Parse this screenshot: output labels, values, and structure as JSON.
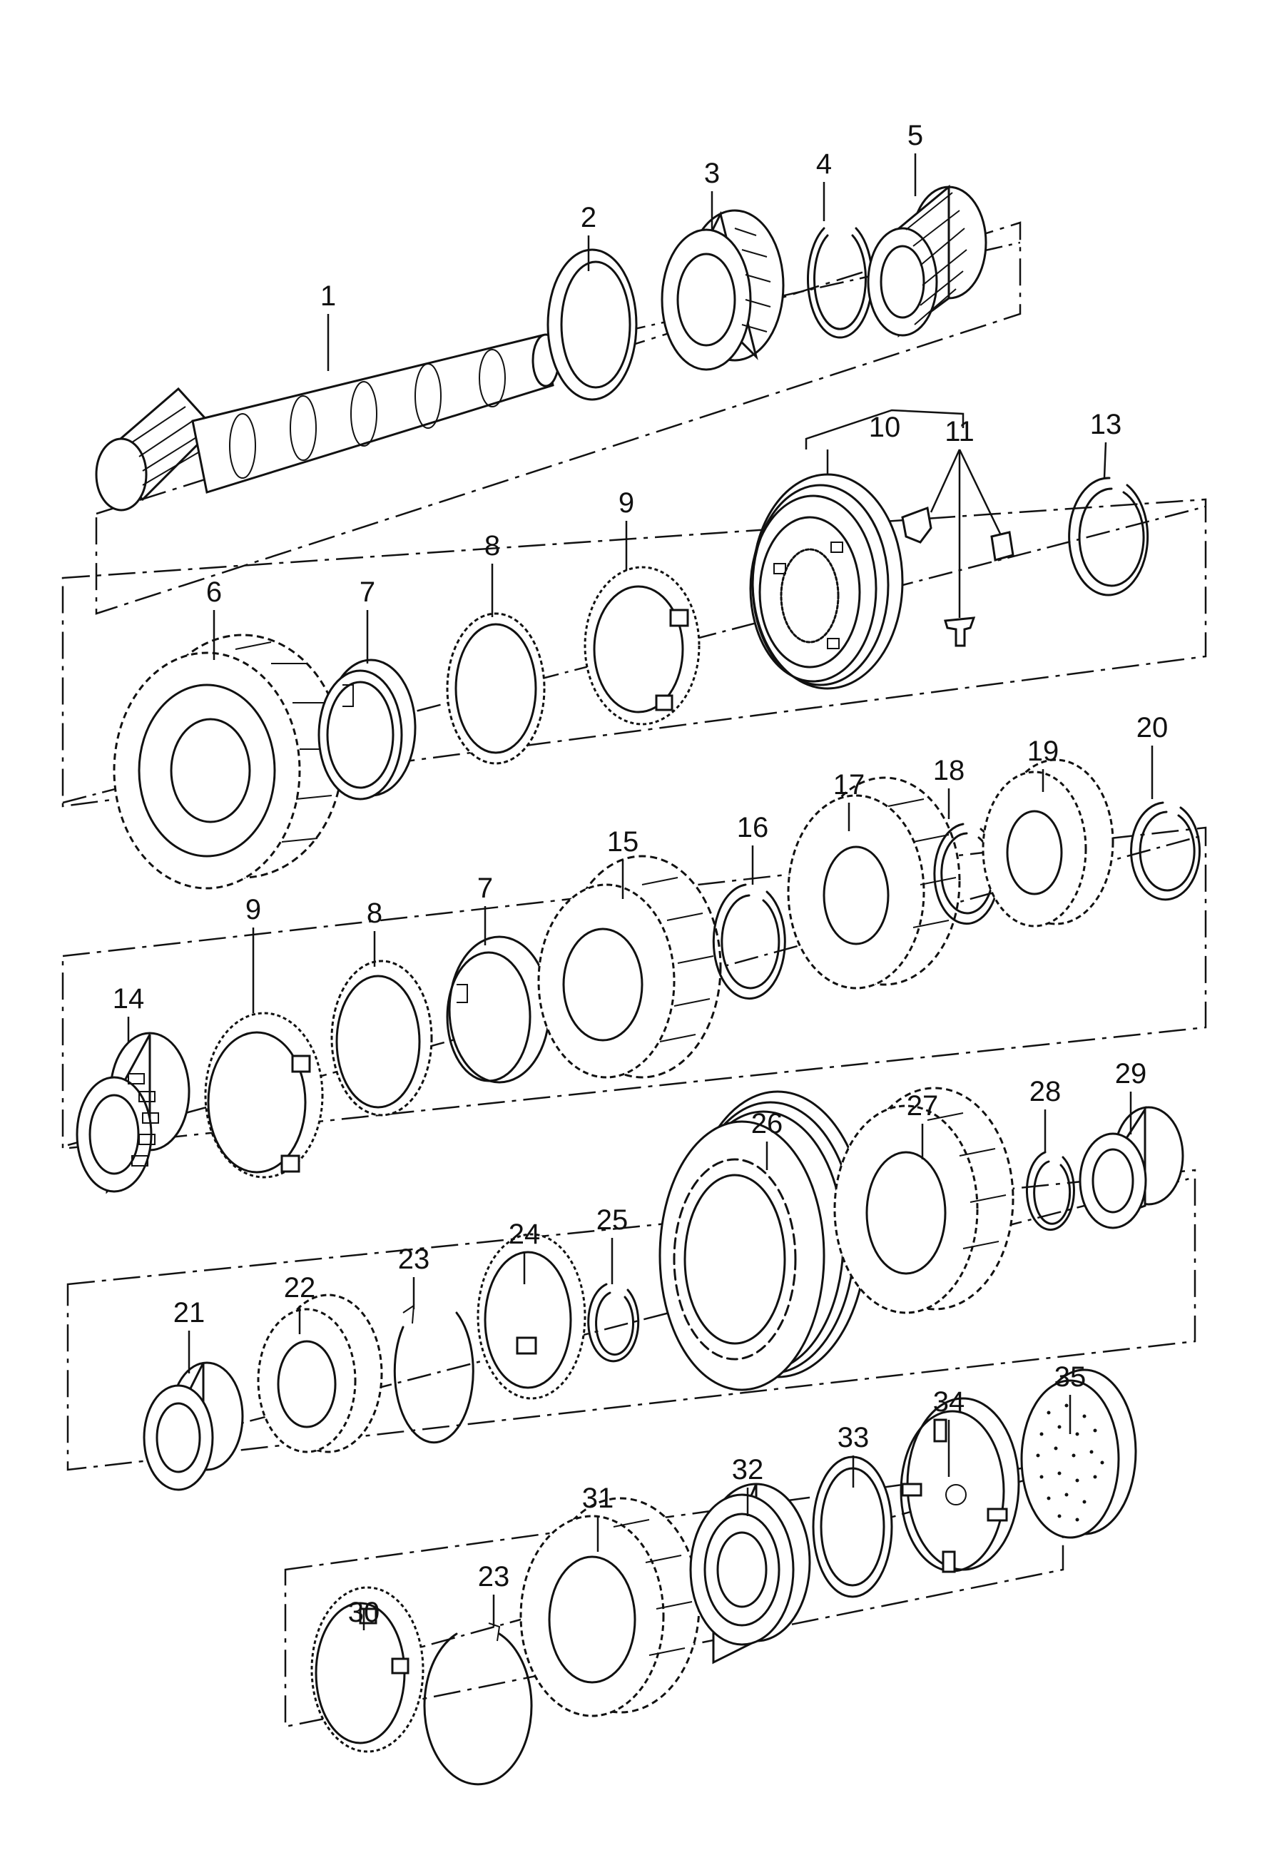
{
  "callouts": [
    {
      "id": "c1",
      "label": "1"
    },
    {
      "id": "c2",
      "label": "2"
    },
    {
      "id": "c3",
      "label": "3"
    },
    {
      "id": "c4",
      "label": "4"
    },
    {
      "id": "c5",
      "label": "5"
    },
    {
      "id": "c6",
      "label": "6"
    },
    {
      "id": "c7a",
      "label": "7"
    },
    {
      "id": "c8a",
      "label": "8"
    },
    {
      "id": "c9a",
      "label": "9"
    },
    {
      "id": "c10",
      "label": "10"
    },
    {
      "id": "c11",
      "label": "11"
    },
    {
      "id": "c13",
      "label": "13"
    },
    {
      "id": "c14",
      "label": "14"
    },
    {
      "id": "c9b",
      "label": "9"
    },
    {
      "id": "c8b",
      "label": "8"
    },
    {
      "id": "c7b",
      "label": "7"
    },
    {
      "id": "c15",
      "label": "15"
    },
    {
      "id": "c16",
      "label": "16"
    },
    {
      "id": "c17",
      "label": "17"
    },
    {
      "id": "c18",
      "label": "18"
    },
    {
      "id": "c19",
      "label": "19"
    },
    {
      "id": "c20",
      "label": "20"
    },
    {
      "id": "c21",
      "label": "21"
    },
    {
      "id": "c22",
      "label": "22"
    },
    {
      "id": "c23a",
      "label": "23"
    },
    {
      "id": "c24",
      "label": "24"
    },
    {
      "id": "c25",
      "label": "25"
    },
    {
      "id": "c26",
      "label": "26"
    },
    {
      "id": "c27",
      "label": "27"
    },
    {
      "id": "c28",
      "label": "28"
    },
    {
      "id": "c29",
      "label": "29"
    },
    {
      "id": "c30",
      "label": "30"
    },
    {
      "id": "c23b",
      "label": "23"
    },
    {
      "id": "c31",
      "label": "31"
    },
    {
      "id": "c32",
      "label": "32"
    },
    {
      "id": "c33",
      "label": "33"
    },
    {
      "id": "c34",
      "label": "34"
    },
    {
      "id": "c35",
      "label": "35"
    }
  ],
  "parts": [
    {
      "id": "p1",
      "kind": "pinion-shaft"
    },
    {
      "id": "p2",
      "kind": "washer"
    },
    {
      "id": "p3",
      "kind": "tapered-bearing"
    },
    {
      "id": "p4",
      "kind": "circlip"
    },
    {
      "id": "p5",
      "kind": "needle-bearing"
    },
    {
      "id": "p6",
      "kind": "gear"
    },
    {
      "id": "p7a",
      "kind": "synchro-ring"
    },
    {
      "id": "p8a",
      "kind": "synchro-ring"
    },
    {
      "id": "p9a",
      "kind": "synchro-ring"
    },
    {
      "id": "p10",
      "kind": "synchro-hub"
    },
    {
      "id": "p11",
      "kind": "detent-keys"
    },
    {
      "id": "p13",
      "kind": "circlip"
    },
    {
      "id": "p14",
      "kind": "needle-bearing"
    },
    {
      "id": "p9b",
      "kind": "synchro-ring"
    },
    {
      "id": "p8b",
      "kind": "synchro-ring"
    },
    {
      "id": "p7b",
      "kind": "synchro-ring"
    },
    {
      "id": "p15",
      "kind": "gear"
    },
    {
      "id": "p16",
      "kind": "circlip"
    },
    {
      "id": "p17",
      "kind": "gear"
    },
    {
      "id": "p18",
      "kind": "circlip"
    },
    {
      "id": "p19",
      "kind": "gear"
    },
    {
      "id": "p20",
      "kind": "circlip"
    },
    {
      "id": "p21",
      "kind": "needle-bearing"
    },
    {
      "id": "p22",
      "kind": "gear"
    },
    {
      "id": "p23a",
      "kind": "spring-ring"
    },
    {
      "id": "p24",
      "kind": "synchro-ring"
    },
    {
      "id": "p25",
      "kind": "circlip"
    },
    {
      "id": "p26",
      "kind": "sliding-sleeve"
    },
    {
      "id": "p27",
      "kind": "gear"
    },
    {
      "id": "p28",
      "kind": "circlip"
    },
    {
      "id": "p29",
      "kind": "needle-bearing"
    },
    {
      "id": "p30",
      "kind": "synchro-ring"
    },
    {
      "id": "p23b",
      "kind": "spring-ring"
    },
    {
      "id": "p31",
      "kind": "gear"
    },
    {
      "id": "p32",
      "kind": "ball-bearing"
    },
    {
      "id": "p33",
      "kind": "washer"
    },
    {
      "id": "p34",
      "kind": "thrust-plate"
    },
    {
      "id": "p35",
      "kind": "magnet-disc"
    }
  ]
}
